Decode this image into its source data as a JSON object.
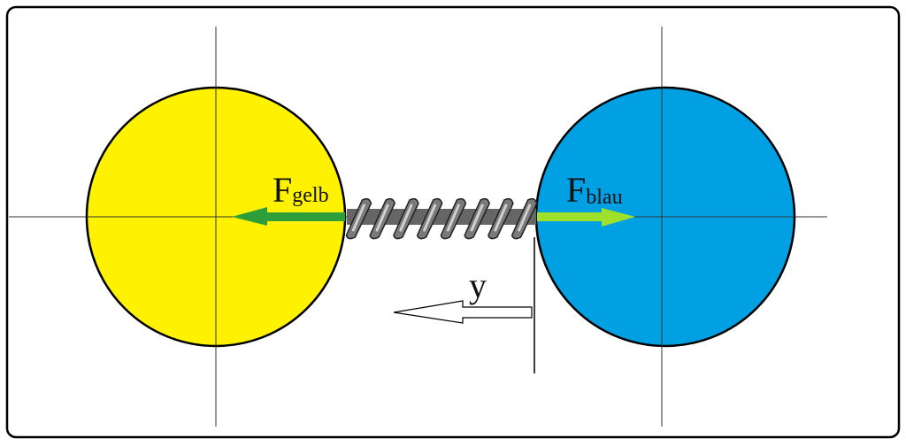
{
  "labels": {
    "force_yellow": {
      "main": "F",
      "sub": "gelb"
    },
    "force_blue": {
      "main": "F",
      "sub": "blau"
    },
    "displacement": "y"
  },
  "colors": {
    "yellow_ball": "#fff200",
    "blue_ball": "#00a0e3",
    "force_yellow_arrow": "#2e9e3a",
    "force_blue_arrow": "#9ee02a",
    "spring": "#7a7a7a"
  }
}
